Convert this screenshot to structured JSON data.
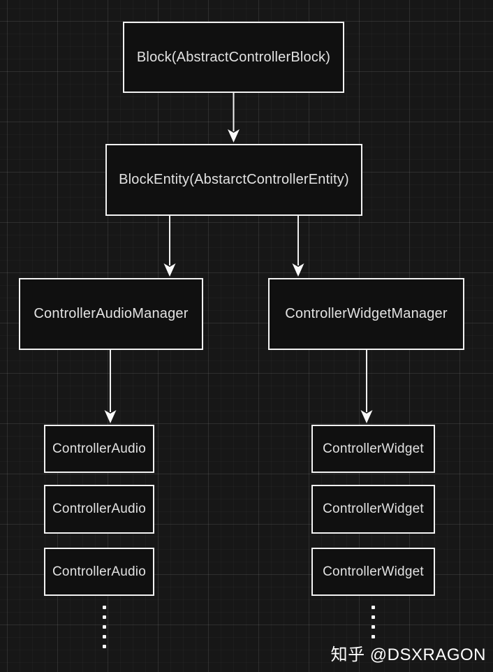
{
  "diagram": {
    "nodes": [
      {
        "id": "block",
        "label": "Block(AbstractControllerBlock)"
      },
      {
        "id": "block-entity",
        "label": "BlockEntity(AbstarctControllerEntity)"
      },
      {
        "id": "audio-manager",
        "label": "ControllerAudioManager"
      },
      {
        "id": "widget-manager",
        "label": "ControllerWidgetManager"
      },
      {
        "id": "audio-1",
        "label": "ControllerAudio"
      },
      {
        "id": "audio-2",
        "label": "ControllerAudio"
      },
      {
        "id": "audio-3",
        "label": "ControllerAudio"
      },
      {
        "id": "widget-1",
        "label": "ControllerWidget"
      },
      {
        "id": "widget-2",
        "label": "ControllerWidget"
      },
      {
        "id": "widget-3",
        "label": "ControllerWidget"
      }
    ],
    "edges": [
      {
        "from": "block",
        "to": "block-entity"
      },
      {
        "from": "block-entity",
        "to": "audio-manager"
      },
      {
        "from": "block-entity",
        "to": "widget-manager"
      },
      {
        "from": "audio-manager",
        "to": "audio-1"
      },
      {
        "from": "widget-manager",
        "to": "widget-1"
      }
    ]
  },
  "watermark": {
    "text": "知乎 @DSXRAGON"
  },
  "colors": {
    "background": "#171717",
    "node_fill": "#101010",
    "node_border": "#f2f2f2",
    "node_text": "#e2e2e2",
    "arrow": "#f0f0f0",
    "watermark_text": "#ffffff"
  }
}
